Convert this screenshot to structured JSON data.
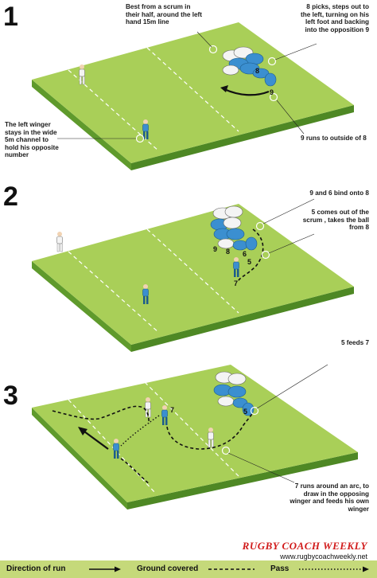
{
  "panels": [
    {
      "number": "1",
      "annotations": {
        "a": "Best from a scrum in their half, around the left hand 15m line",
        "b": "8 picks, steps out to the left, turning on his left foot and backing into the opposition 9",
        "c": "The left winger stays in the wide 5m channel to hold his opposite number",
        "d": "9 runs to outside of 8"
      },
      "player_labels": {
        "p8": "8",
        "p9": "9"
      }
    },
    {
      "number": "2",
      "annotations": {
        "a": "9 and 6 bind onto 8",
        "b": "5 comes out of the scrum , takes the ball from 8"
      },
      "player_labels": {
        "p9": "9",
        "p8": "8",
        "p6": "6",
        "p5": "5",
        "p7": "7"
      }
    },
    {
      "number": "3",
      "annotations": {
        "a": "5 feeds 7",
        "b": "7 runs around an arc, to draw in the opposing winger and feeds his own winger"
      },
      "player_labels": {
        "p7": "7",
        "p5": "5"
      }
    }
  ],
  "brand": {
    "name": "RUGBY COACH WEEKLY",
    "url": "www.rugbycoachweekly.net"
  },
  "legend": {
    "run": "Direction of run",
    "ground": "Ground covered",
    "pass": "Pass"
  },
  "colors": {
    "pitch_top": "#a9cf58",
    "pitch_side": "#5f9a2c",
    "team_blue": "#3b8fd0",
    "team_white": "#f4f4f4",
    "brand_red": "#d11b1b",
    "legend_bg": "#c5d97a"
  }
}
